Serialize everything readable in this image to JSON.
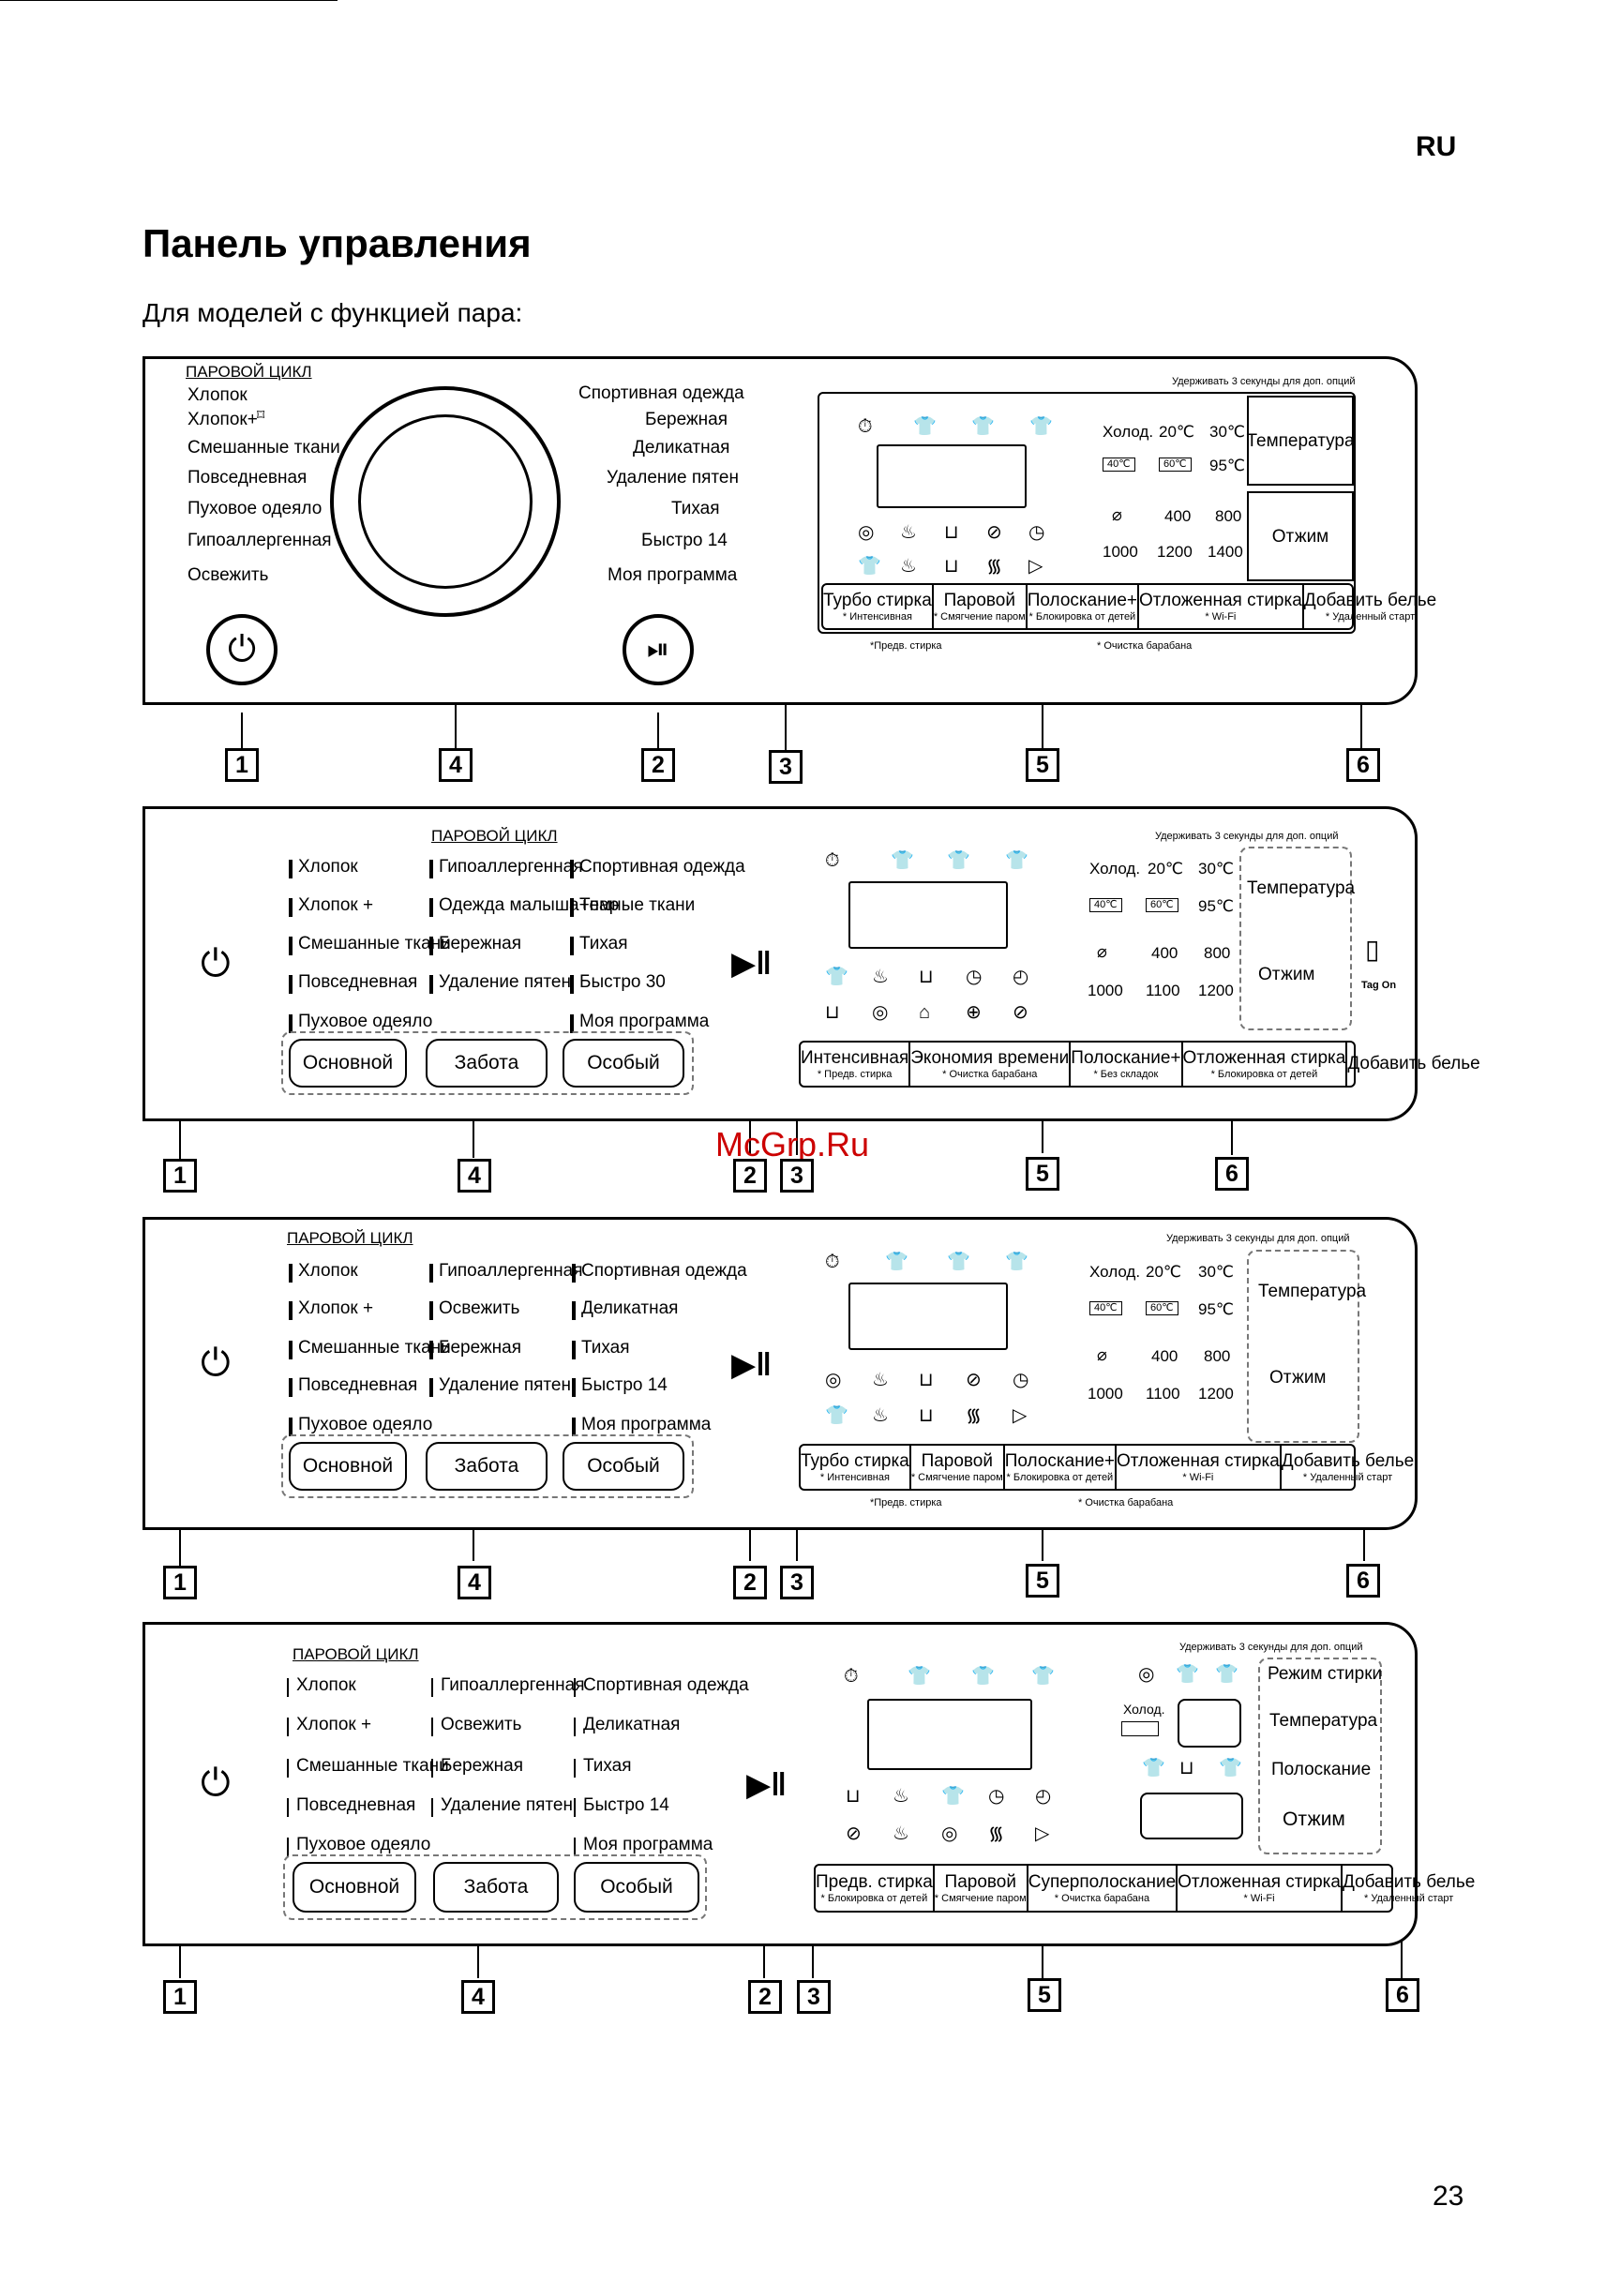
{
  "page": {
    "lang": "RU",
    "title": "Панель управления",
    "subtitle": "Для моделей с функцией пара:",
    "page_number": "23",
    "watermark": "McGrp.Ru"
  },
  "common": {
    "steam_cycle": "ПАРОВОЙ ЦИКЛ",
    "hold_note": "Удерживать 3 секунды для доп. опций",
    "temperature": "Температура",
    "spin": "Отжим",
    "cold": "Холод.",
    "t20": "20℃",
    "t30": "30℃",
    "t40": "40℃",
    "t60": "60℃",
    "t95": "95℃",
    "s400": "400",
    "s800": "800",
    "s1000": "1000",
    "s1100": "1100",
    "s1200": "1200",
    "s1400": "1400",
    "basic": "Основной",
    "care": "Забота",
    "special": "Особый",
    "prewash_note": "*Предв. стирка",
    "drum_clean_note": "* Очистка барабана",
    "tag_on": "Tag On"
  },
  "panel1": {
    "left_programs": [
      "Хлопок",
      "Хлопок+",
      "Смешанные ткани",
      "Повседневная",
      "Пуховое одеяло",
      "Гипоаллергенная",
      "Освежить"
    ],
    "right_programs": [
      "Спортивная одежда",
      "Бережная",
      "Деликатная",
      "Удаление пятен",
      "Тихая",
      "Быстро 14",
      "Моя программа"
    ],
    "buttons": [
      {
        "main": "Турбо стирка",
        "sub": "* Интенсивная"
      },
      {
        "main": "Паровой",
        "sub": "* Смягчение паром"
      },
      {
        "main": "Полоскание+",
        "sub": "* Блокировка от детей"
      },
      {
        "main": "Отложенная стирка",
        "sub": "* Wi-Fi"
      },
      {
        "main": "Добавить белье",
        "sub": "* Удаленный старт"
      }
    ],
    "callouts": [
      "1",
      "4",
      "2",
      "3",
      "5",
      "6"
    ]
  },
  "panel2": {
    "col1": [
      "Хлопок",
      "Хлопок +",
      "Смешанные ткани",
      "Повседневная",
      "Пуховое одеяло"
    ],
    "col2": [
      "Гипоаллергенная",
      "Одежда малыша+пар",
      "Бережная",
      "Удаление пятен"
    ],
    "col3": [
      "Спортивная одежда",
      "Темные ткани",
      "Тихая",
      "Быстро 30",
      "Моя программа"
    ],
    "buttons": [
      {
        "main": "Интенсивная",
        "sub": "* Предв. стирка"
      },
      {
        "main": "Экономия времени",
        "sub": "* Очистка барабана"
      },
      {
        "main": "Полоскание+",
        "sub": "* Без складок"
      },
      {
        "main": "Отложенная стирка",
        "sub": "* Блокировка от детей"
      },
      {
        "main": "Добавить белье",
        "sub": ""
      }
    ],
    "callouts": [
      "1",
      "4",
      "2",
      "3",
      "5",
      "6"
    ]
  },
  "panel3": {
    "col1": [
      "Хлопок",
      "Хлопок +",
      "Смешанные ткани",
      "Повседневная",
      "Пуховое одеяло"
    ],
    "col2": [
      "Гипоаллергенная",
      "Освежить",
      "Бережная",
      "Удаление пятен"
    ],
    "col3": [
      "Спортивная одежда",
      "Деликатная",
      "Тихая",
      "Быстро 14",
      "Моя программа"
    ],
    "buttons": [
      {
        "main": "Турбо стирка",
        "sub": "* Интенсивная"
      },
      {
        "main": "Паровой",
        "sub": "* Смягчение паром"
      },
      {
        "main": "Полоскание+",
        "sub": "* Блокировка от детей"
      },
      {
        "main": "Отложенная стирка",
        "sub": "* Wi-Fi"
      },
      {
        "main": "Добавить белье",
        "sub": "* Удаленный старт"
      }
    ],
    "callouts": [
      "1",
      "4",
      "2",
      "3",
      "5",
      "6"
    ]
  },
  "panel4": {
    "col1": [
      "Хлопок",
      "Хлопок +",
      "Смешанные ткани",
      "Повседневная",
      "Пуховое одеяло"
    ],
    "col2": [
      "Гипоаллергенная",
      "Освежить",
      "Бережная",
      "Удаление пятен"
    ],
    "col3": [
      "Спортивная одежда",
      "Деликатная",
      "Тихая",
      "Быстро 14",
      "Моя программа"
    ],
    "right_labels": [
      "Режим стирки",
      "Температура",
      "Полоскание",
      "Отжим"
    ],
    "buttons": [
      {
        "main": "Предв. стирка",
        "sub": "* Блокировка от детей"
      },
      {
        "main": "Паровой",
        "sub": "* Смягчение паром"
      },
      {
        "main": "Суперполоскание",
        "sub": "* Очистка барабана"
      },
      {
        "main": "Отложенная стирка",
        "sub": "* Wi-Fi"
      },
      {
        "main": "Добавить белье",
        "sub": "* Удаленный старт"
      }
    ],
    "callouts": [
      "1",
      "4",
      "2",
      "3",
      "5",
      "6"
    ]
  }
}
